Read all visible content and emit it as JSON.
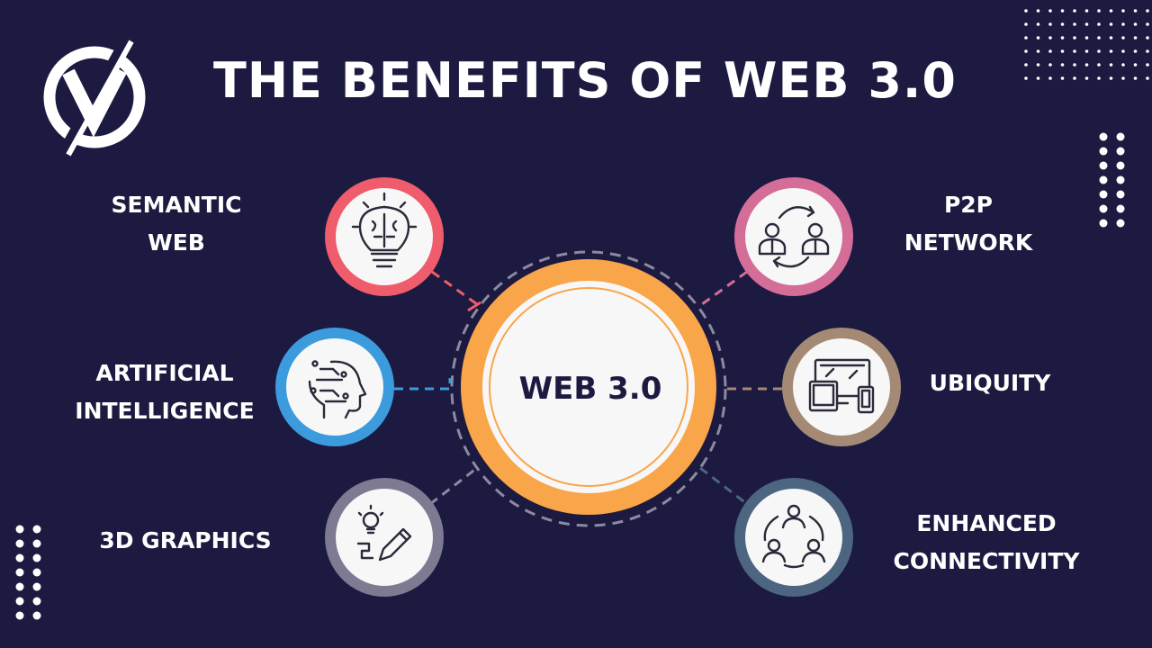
{
  "title": "THE BENEFITS OF WEB 3.0",
  "center": {
    "label": "WEB 3.0",
    "ring_color": "#f9a54a",
    "text_color": "#1c1a40"
  },
  "colors": {
    "background": "#1c1a40",
    "node_fill": "#f7f7f7",
    "icon_stroke": "#2a2a3a",
    "text": "#ffffff"
  },
  "logo": {
    "icon": "v-logo-icon"
  },
  "nodes": [
    {
      "id": "semantic-web",
      "lines": [
        "SEMANTIC",
        "WEB"
      ],
      "ring_color": "#ef5c6b",
      "icon": "brain-lightbulb-icon"
    },
    {
      "id": "artificial-intelligence",
      "lines": [
        "ARTIFICIAL",
        "INTELLIGENCE"
      ],
      "ring_color": "#3b9bdc",
      "icon": "ai-head-circuit-icon"
    },
    {
      "id": "3d-graphics",
      "lines": [
        "3D GRAPHICS"
      ],
      "ring_color": "#7d7a92",
      "icon": "design-pencil-icon"
    },
    {
      "id": "p2p-network",
      "lines": [
        "P2P",
        "NETWORK"
      ],
      "ring_color": "#d46d98",
      "icon": "p2p-users-icon"
    },
    {
      "id": "ubiquity",
      "lines": [
        "UBIQUITY"
      ],
      "ring_color": "#a48a74",
      "icon": "devices-icon"
    },
    {
      "id": "enhanced-connectivity",
      "lines": [
        "ENHANCED",
        "CONNECTIVITY"
      ],
      "ring_color": "#4c6580",
      "icon": "connected-users-icon"
    }
  ]
}
